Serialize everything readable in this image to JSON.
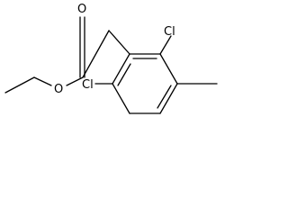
{
  "molecule": {
    "atoms": {
      "carbonyl_oxygen": "O",
      "ester_oxygen": "O",
      "chlorine_top": "Cl",
      "chlorine_bottom": "Cl"
    }
  }
}
